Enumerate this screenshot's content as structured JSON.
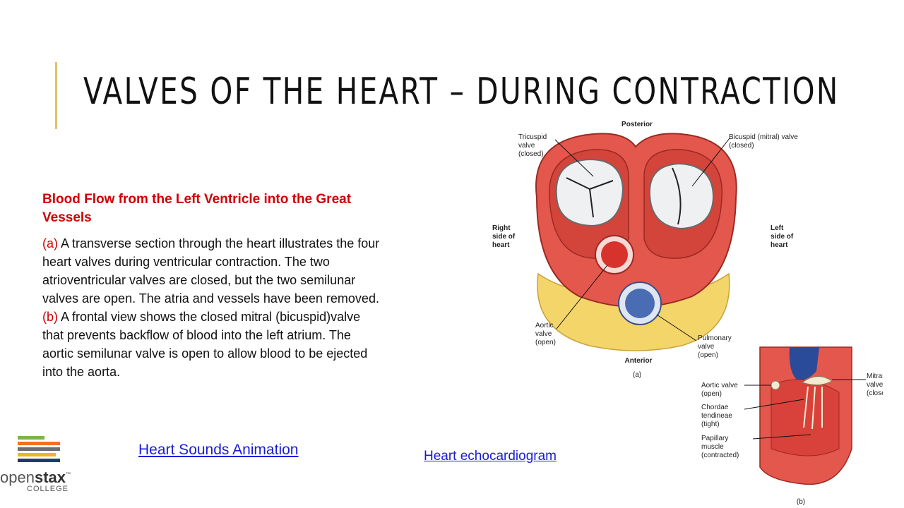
{
  "slide": {
    "title": "VALVES OF THE HEART – DURING CONTRACTION",
    "subheading": "Blood Flow from the Left Ventricle into the Great Vessels",
    "body": {
      "ref_a": "(a)",
      "text_1": " A transverse section through the heart illustrates the four heart valves during ventricular contraction. The two atrioventricular valves are closed, but the two semilunar valves are open. The atria and vessels have been removed. ",
      "ref_b": "(b)",
      "text_2": " A frontal view shows the closed mitral (bicuspid)valve that prevents backflow of blood into the left atrium. The aortic semilunar valve is open to allow blood to be ejected into the aorta."
    }
  },
  "links": {
    "heart_sounds": "Heart Sounds Animation",
    "echocardiogram": "Heart echocardiogram"
  },
  "logo": {
    "name_part1": "open",
    "name_part2": "stax",
    "tm": "™",
    "sub": "COLLEGE",
    "stripe_colors": [
      "#7ab648",
      "#f37021",
      "#6d6e71",
      "#f0b323",
      "#1b3c6e"
    ]
  },
  "figure_a": {
    "posterior": "Posterior",
    "anterior": "Anterior",
    "caption": "(a)",
    "tricuspid": [
      "Tricuspid",
      "valve",
      "(closed)"
    ],
    "bicuspid": [
      "Bicuspid (mitral) valve",
      "(closed)"
    ],
    "right_side": [
      "Right",
      "side of",
      "heart"
    ],
    "left_side": [
      "Left",
      "side of",
      "heart"
    ],
    "aortic": [
      "Aortic",
      "valve",
      "(open)"
    ],
    "pulmonary": [
      "Pulmonary",
      "valve",
      "(open)"
    ]
  },
  "figure_b": {
    "caption": "(b)",
    "aortic_valve": [
      "Aortic valve",
      "(open)"
    ],
    "chordae": [
      "Chordae",
      "tendineae",
      "(tight)"
    ],
    "papillary": [
      "Papillary",
      "muscle",
      "(contracted)"
    ],
    "mitral": [
      "Mitral",
      "valve",
      "(closed)"
    ]
  },
  "colors": {
    "accent": "#e2c26a",
    "heading_red": "#d00000",
    "link_blue": "#1a1adb"
  }
}
